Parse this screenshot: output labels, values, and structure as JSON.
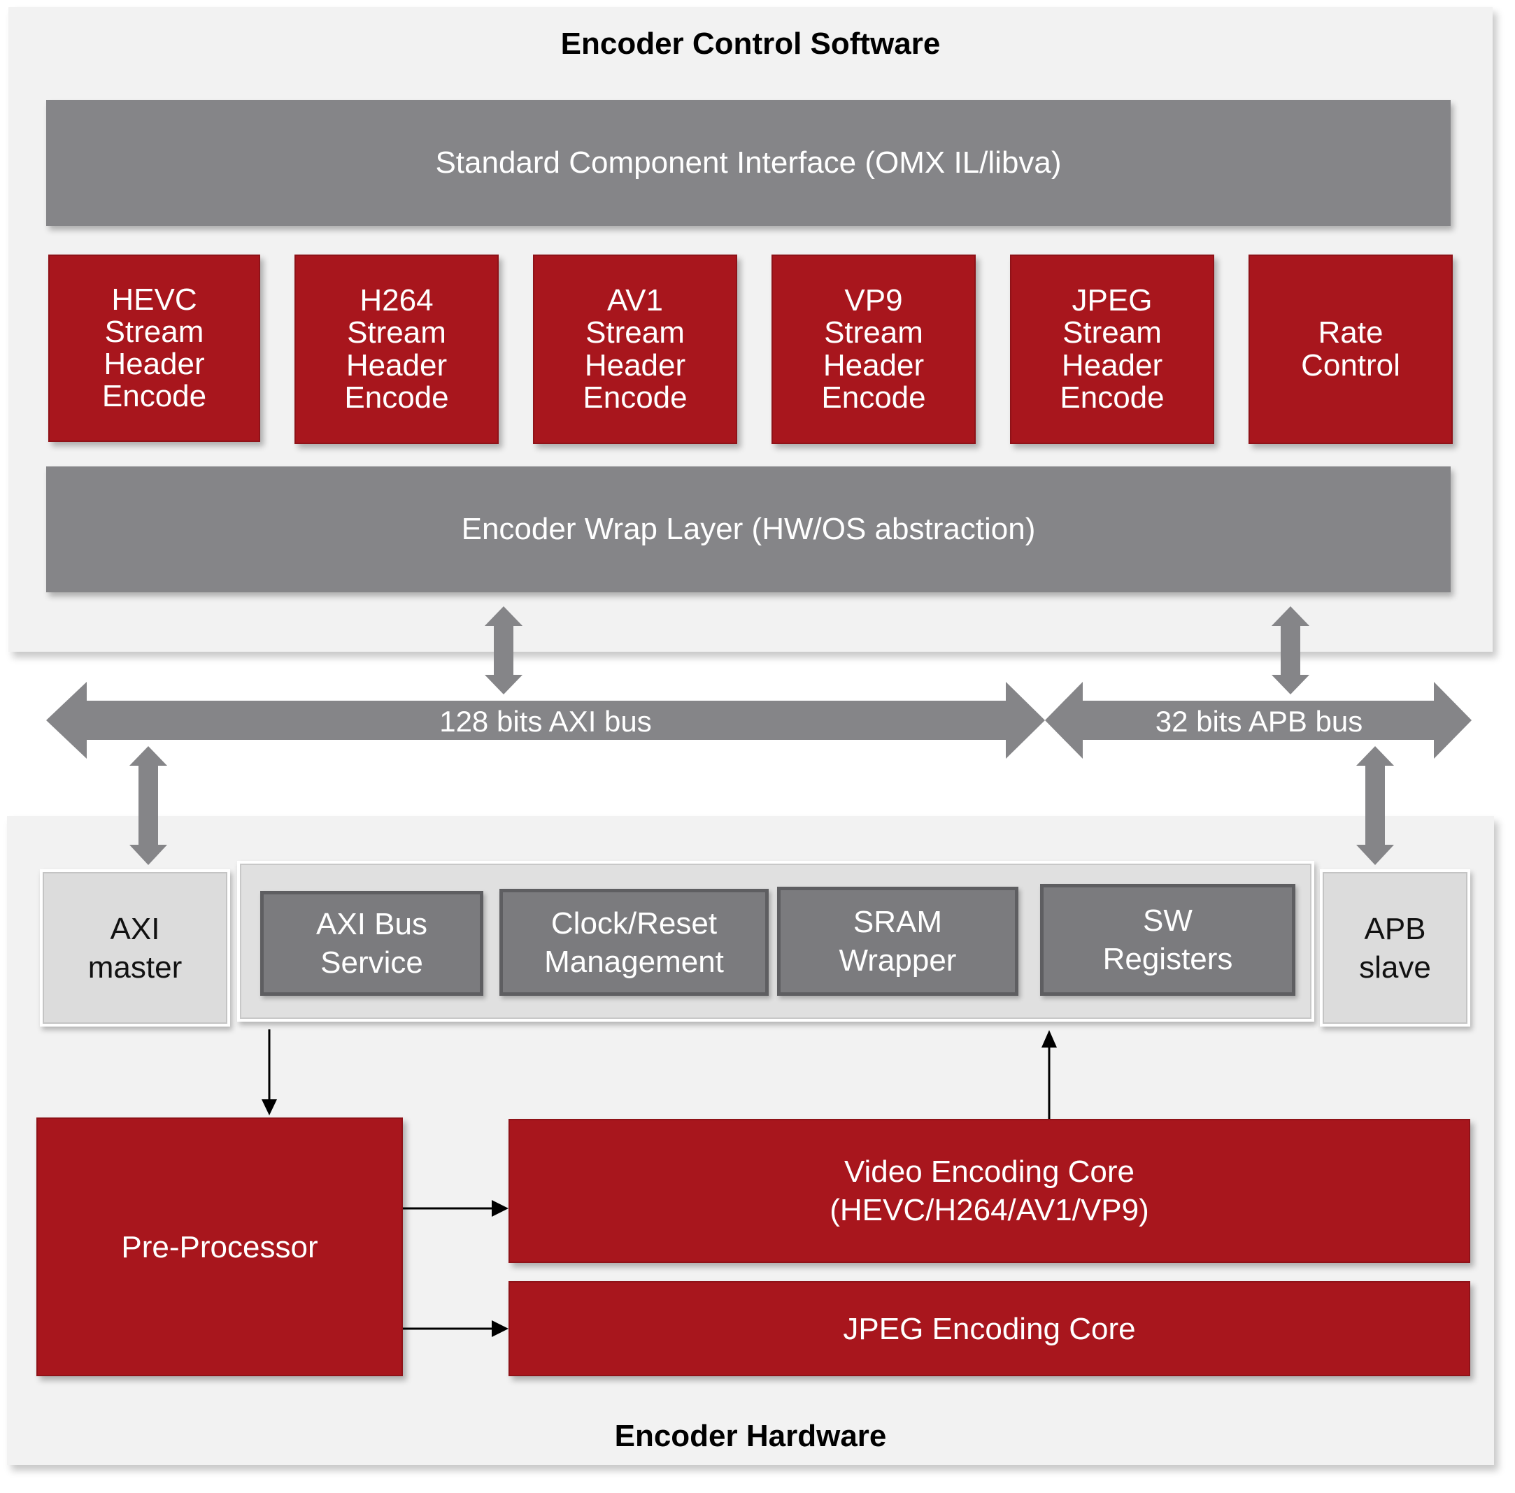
{
  "software": {
    "title": "Encoder Control Software",
    "interface_bar": "Standard Component Interface (OMX IL/libva)",
    "modules": [
      "HEVC\nStream\nHeader\nEncode",
      "H264\nStream\nHeader\nEncode",
      "AV1\nStream\nHeader\nEncode",
      "VP9\nStream\nHeader\nEncode",
      "JPEG\nStream\nHeader\nEncode",
      "Rate\nControl"
    ],
    "wrap_bar": "Encoder Wrap Layer (HW/OS abstraction)"
  },
  "buses": {
    "axi": "128 bits AXI bus",
    "apb": "32 bits APB bus"
  },
  "hardware": {
    "title": "Encoder Hardware",
    "axi_master": "AXI\nmaster",
    "apb_slave": "APB\nslave",
    "services": [
      "AXI Bus\nService",
      "Clock/Reset\nManagement",
      "SRAM\nWrapper",
      "SW\nRegisters"
    ],
    "pre_processor": "Pre-Processor",
    "video_core": "Video Encoding Core\n(HEVC/H264/AV1/VP9)",
    "jpeg_core": "JPEG Encoding  Core"
  },
  "colors": {
    "red": "#a8161d",
    "gray_bar": "#858588",
    "panel": "#f2f2f2"
  }
}
